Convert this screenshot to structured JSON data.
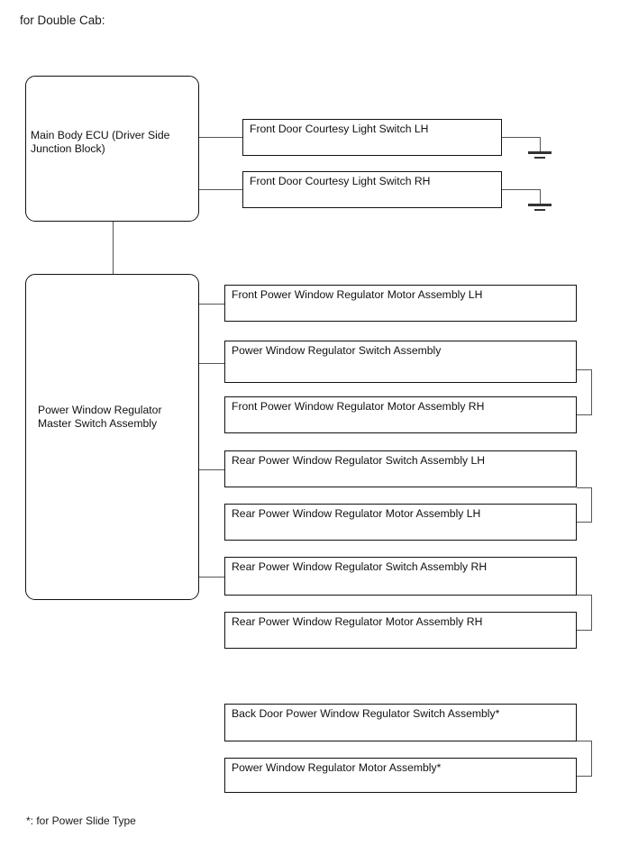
{
  "diagram": {
    "caption": "for Double Cab:",
    "footnote": "*: for Power Slide Type",
    "colors": {
      "box_border": "#111111",
      "wire": "#555555",
      "ground": "#333333",
      "background": "#ffffff"
    },
    "ecu_blocks": [
      {
        "id": "main-body-ecu",
        "label": "Main Body ECU (Driver Side\nJunction Block)"
      },
      {
        "id": "power-window-master-switch",
        "label": "Power Window Regulator\nMaster Switch Assembly"
      }
    ],
    "top_components": [
      {
        "id": "front-door-courtesy-light-switch-lh",
        "label": "Front Door Courtesy Light Switch LH",
        "ground": true
      },
      {
        "id": "front-door-courtesy-light-switch-rh",
        "label": "Front Door Courtesy Light Switch RH",
        "ground": true
      }
    ],
    "main_components": [
      {
        "id": "front-pw-motor-lh",
        "label": "Front Power Window Regulator Motor Assembly LH",
        "connected": true,
        "bracket": false
      },
      {
        "id": "pw-switch-assembly",
        "label": "Power Window Regulator Switch Assembly",
        "connected": true,
        "bracket": true
      },
      {
        "id": "front-pw-motor-rh",
        "label": "Front Power Window Regulator Motor Assembly RH",
        "connected": false,
        "bracket": true
      },
      {
        "id": "rear-pw-switch-lh",
        "label": "Rear Power Window Regulator Switch Assembly LH",
        "connected": true,
        "bracket": true
      },
      {
        "id": "rear-pw-motor-lh",
        "label": "Rear Power Window Regulator Motor Assembly LH",
        "connected": false,
        "bracket": true
      },
      {
        "id": "rear-pw-switch-rh",
        "label": "Rear Power Window Regulator Switch Assembly RH",
        "connected": true,
        "bracket": true
      },
      {
        "id": "rear-pw-motor-rh",
        "label": "Rear Power Window Regulator Motor Assembly RH",
        "connected": false,
        "bracket": true
      }
    ],
    "detached_components": [
      {
        "id": "back-door-pw-switch",
        "label": "Back Door Power Window Regulator Switch Assembly*",
        "bracket": true
      },
      {
        "id": "pw-motor-assembly",
        "label": "Power Window Regulator Motor Assembly*",
        "bracket": true
      }
    ]
  }
}
